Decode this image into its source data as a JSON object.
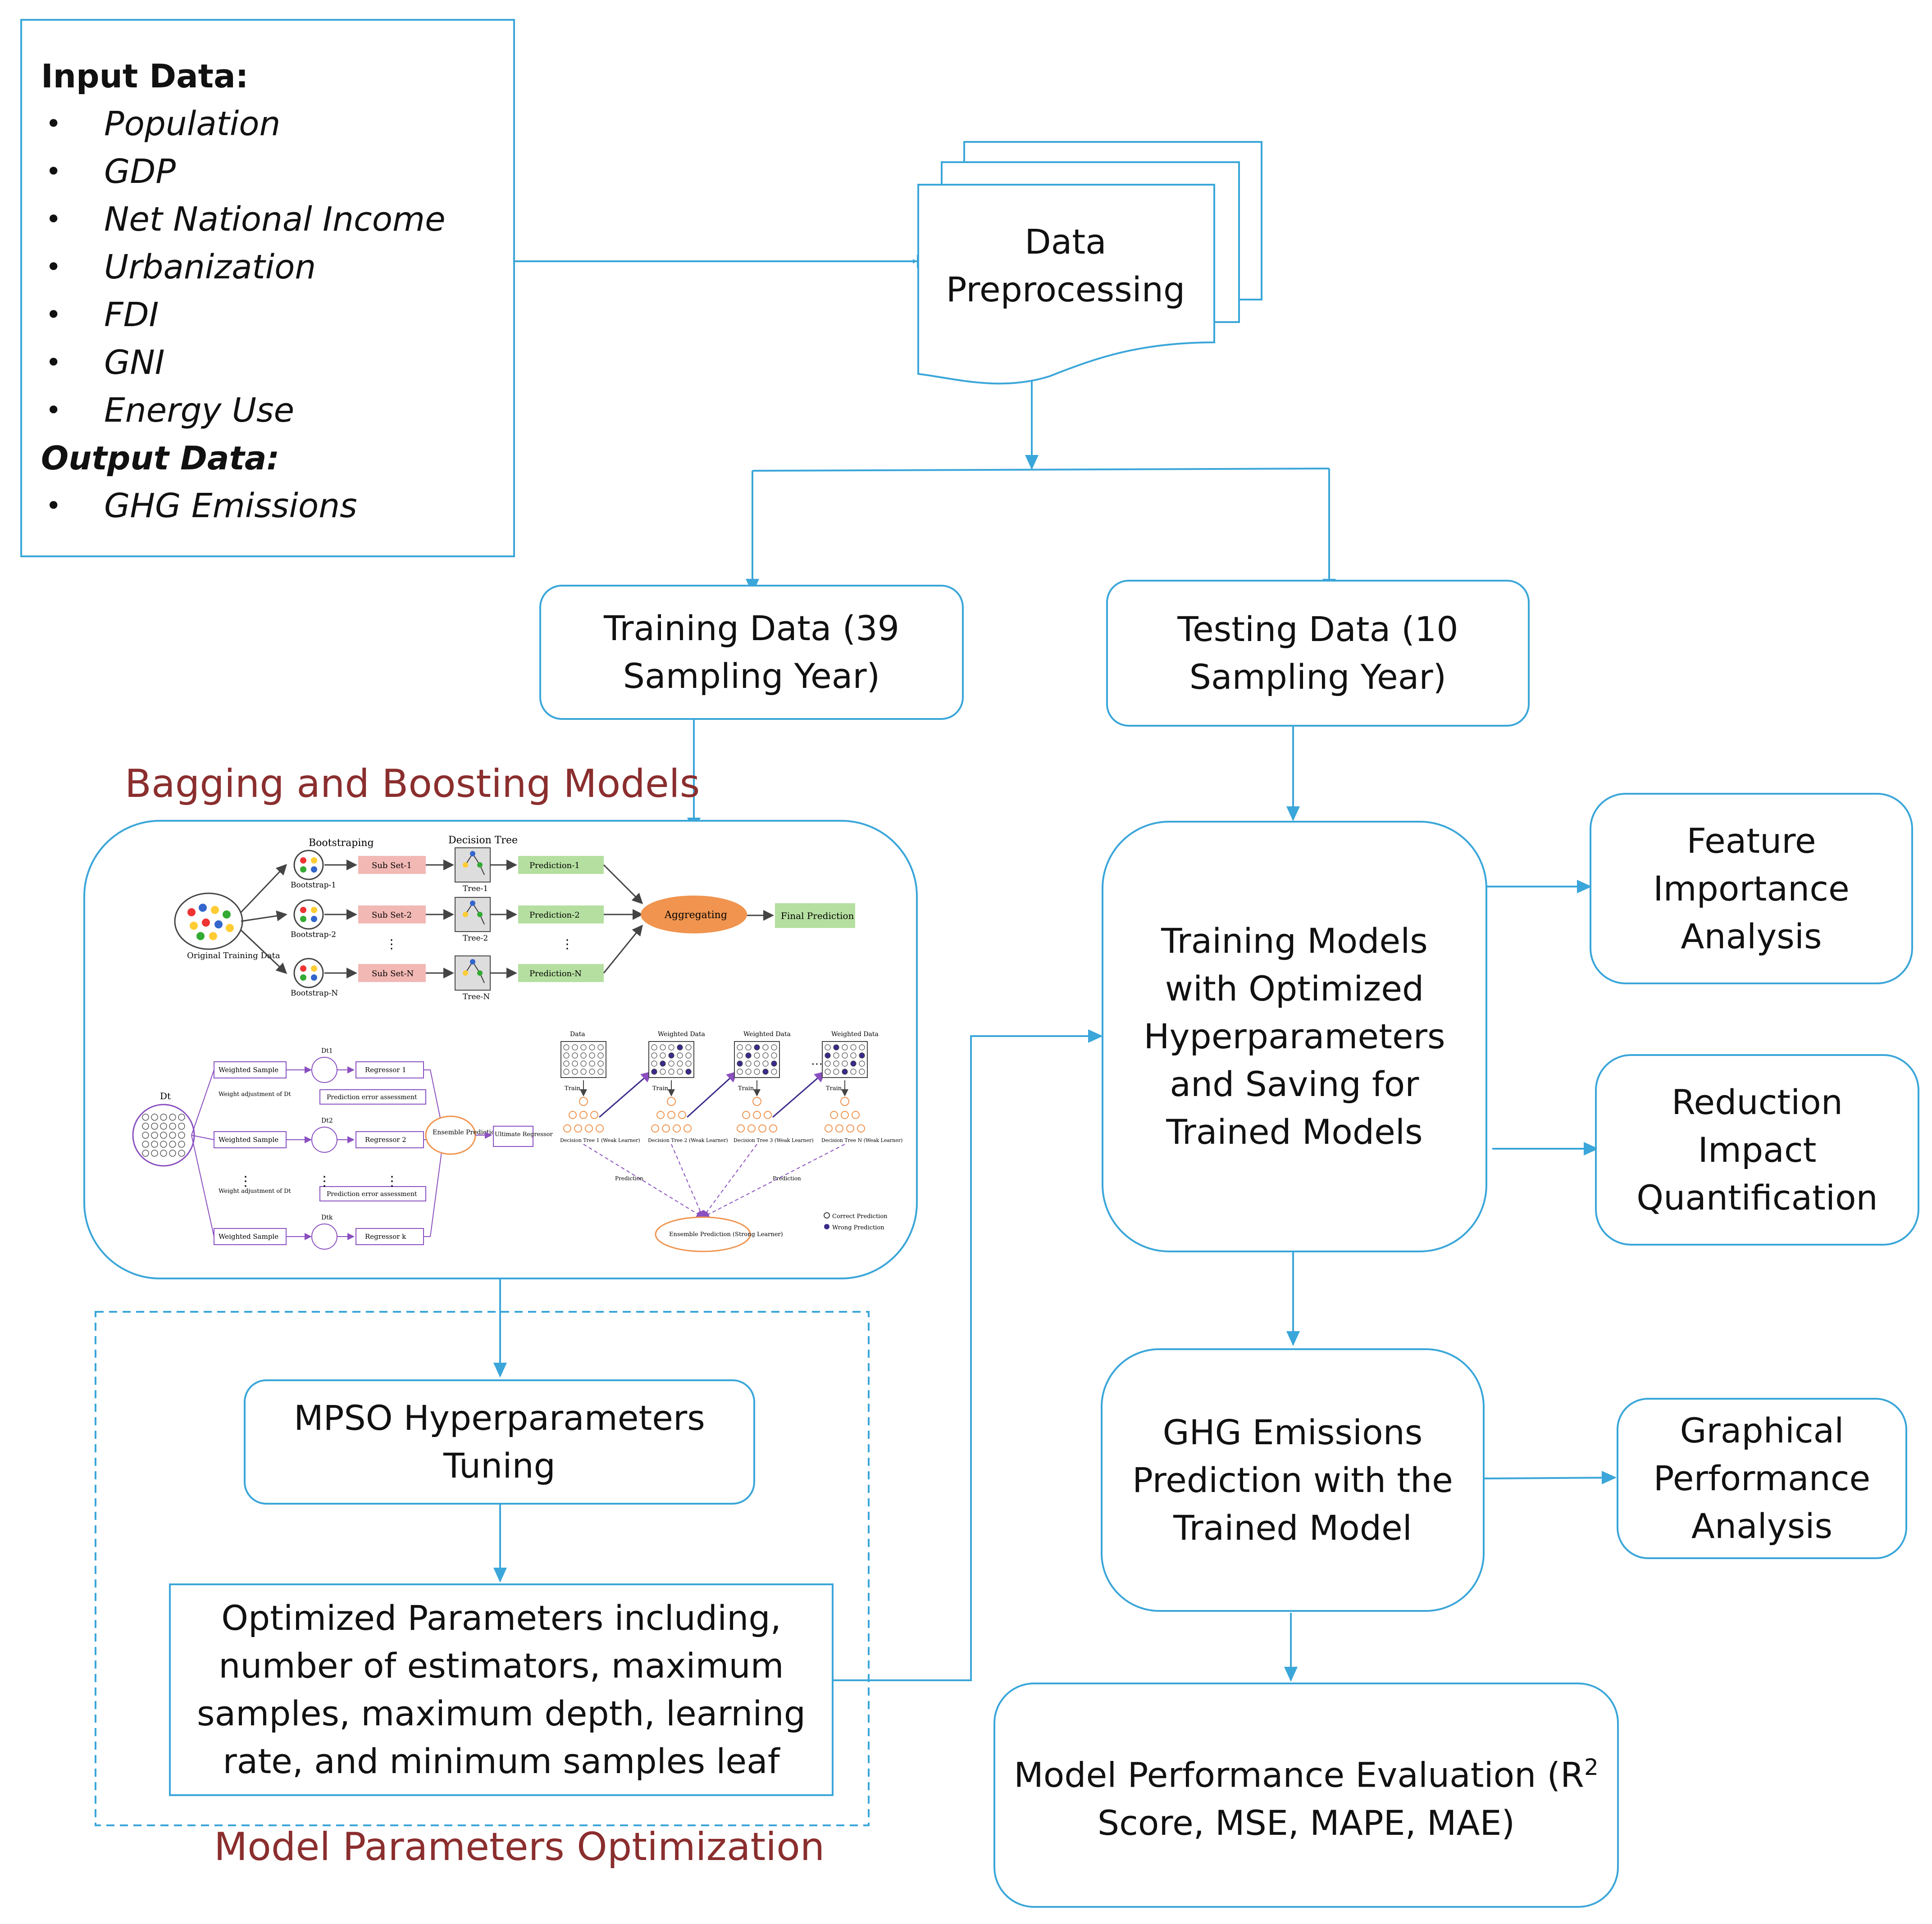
{
  "input": {
    "heading": "Input Data:",
    "items": [
      "Population",
      "GDP",
      "Net National Income",
      "Urbanization",
      "FDI",
      "GNI",
      "Energy Use"
    ],
    "output_heading": "Output Data:",
    "output_items": [
      "GHG Emissions"
    ]
  },
  "preprocessing": "Data\nPreprocessing",
  "training_data": "Training Data (39\nSampling Year)",
  "testing_data": "Testing Data (10\nSampling Year)",
  "bagging_title": "Bagging and Boosting Models",
  "bagging_figure": {
    "bootstraping": "Bootstraping",
    "decision_tree": "Decision Tree",
    "subsets": [
      "Sub Set-1",
      "Sub Set-2",
      "Sub Set-N"
    ],
    "bootstraps": [
      "Bootstrap-1",
      "Bootstrap-2",
      "Bootstrap-N"
    ],
    "trees": [
      "Tree-1",
      "Tree-2",
      "Tree-N"
    ],
    "predictions": [
      "Prediction-1",
      "Prediction-2",
      "Prediction-N"
    ],
    "original": "Original Training Data",
    "aggregating": "Aggregating",
    "final": "Final Prediction"
  },
  "boosting_left": {
    "dt": "Dt",
    "weighted": "Weighted Sample",
    "regressors": [
      "Regressor 1",
      "Regressor 2",
      "Regressor k"
    ],
    "weight_adj": "Weight adjustment of Dt",
    "pred_err": "Prediction error assessment",
    "ensemble": "Ensemble Prediction",
    "ultimate": "Ultimate Regressor",
    "d_labels": [
      "Dt1",
      "Dt2",
      "Dtk"
    ]
  },
  "boosting_right": {
    "data": "Data",
    "weighted": "Weighted Data",
    "train": "Train",
    "trees": [
      "Decision Tree 1 (Weak Learner)",
      "Decision Tree 2 (Weak Learner)",
      "Decision Tree 3 (Weak Learner)",
      "Decision Tree N (Weak Learner)"
    ],
    "ensemble": "Ensemble Prediction (Strong Learner)",
    "correct": "Correct Prediction",
    "wrong": "Wrong Prediction",
    "prediction": "Prediction"
  },
  "training_models": "Training Models\nwith Optimized\nHyperparameters\nand Saving for\nTrained Models",
  "feature_importance": "Feature\nImportance\nAnalysis",
  "reduction_impact": "Reduction\nImpact\nQuantification",
  "mpso": "MPSO Hyperparameters\nTuning",
  "optimized_params": "Optimized Parameters including,\nnumber of estimators, maximum\nsamples, maximum depth, learning\nrate, and minimum samples leaf",
  "optimization_title": "Model Parameters Optimization",
  "ghg_prediction": "GHG Emissions\nPrediction with the\nTrained Model",
  "graphical_perf": "Graphical\nPerformance\nAnalysis",
  "eval_line1": "Model Performance Evaluation (R",
  "eval_sup": "2",
  "eval_line2": "Score, MSE, MAPE, MAE)",
  "colors": {
    "border": "#3aa6d9",
    "title": "#8b2e2e",
    "subset": "#f2b8b4",
    "prediction": "#b5dfa0",
    "aggregate": "#f0944f",
    "boost": "#8a4fc0"
  }
}
